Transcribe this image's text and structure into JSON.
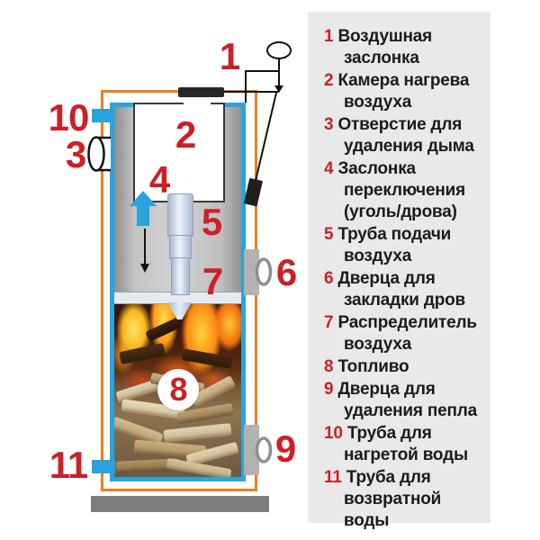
{
  "legend": {
    "items": [
      {
        "num": "1",
        "label": "Воздушная\nзаслонка"
      },
      {
        "num": "2",
        "label": "Камера нагрева\nвоздуха"
      },
      {
        "num": "3",
        "label": "Отверстие для\nудаления дыма"
      },
      {
        "num": "4",
        "label": "Заслонка\nпереключения\n(уголь/дрова)"
      },
      {
        "num": "5",
        "label": "Труба подачи\nвоздуха"
      },
      {
        "num": "6",
        "label": "Дверца для\nзакладки дров"
      },
      {
        "num": "7",
        "label": "Распределитель\nвоздуха"
      },
      {
        "num": "8",
        "label": "Топливо"
      },
      {
        "num": "9",
        "label": "Дверца для\nудаления пепла"
      },
      {
        "num": "10",
        "label": "Труба для\nнагретой воды"
      },
      {
        "num": "11",
        "label": "Труба для\nвозвратной воды"
      }
    ]
  },
  "diagram": {
    "callouts": {
      "c1": "1",
      "c2": "2",
      "c3": "3",
      "c4": "4",
      "c5": "5",
      "c6": "6",
      "c7": "7",
      "c8": "8",
      "c9": "9",
      "c10": "10",
      "c11": "11"
    },
    "colors": {
      "accent_red": "#cb2026",
      "outline_orange": "#ee7d1d",
      "water_blue": "#29a3dc",
      "legend_bg": "#e9e9e9"
    }
  }
}
